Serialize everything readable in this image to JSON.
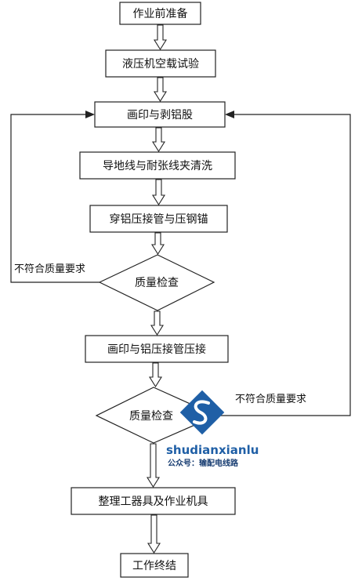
{
  "steps": {
    "prep": "作业前准备",
    "press_test": "液压机空载试验",
    "mark_strip": "画印与剥铝股",
    "clean": "导地线与耐张线夹清洗",
    "thread_press": "穿铝压接管与压钢锚",
    "check1": "质量检查",
    "mark_press": "画印与铝压接管压接",
    "check2": "质量检查",
    "tidy": "整理工器具及作业机具",
    "end": "工作终结"
  },
  "loops": {
    "fail1": "不符合质量要求",
    "fail2": "不符合质量要求"
  },
  "watermark": {
    "brand": "shudianxianlu",
    "account": "公众号：输配电线路"
  },
  "colors": {
    "watermark_blue": "#1f5fa6",
    "line": "#222222"
  }
}
